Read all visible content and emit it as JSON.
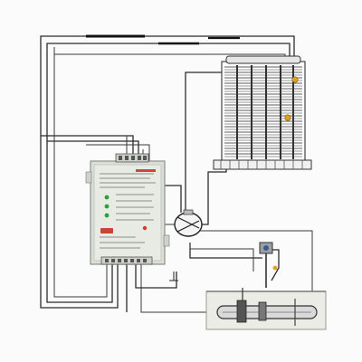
{
  "diagram": {
    "components": [
      {
        "id": "power-supply-panel",
        "kind": "control-panel",
        "leds": [
          "green",
          "green",
          "green",
          "red"
        ]
      },
      {
        "id": "evaporator-coil",
        "kind": "heat-exchanger",
        "sensor_dots": [
          "orange",
          "orange"
        ]
      },
      {
        "id": "compressor",
        "kind": "pump"
      },
      {
        "id": "sensor-probe",
        "kind": "sensor"
      },
      {
        "id": "heater-tube",
        "kind": "tubular-element"
      }
    ],
    "colors": {
      "panel_body": "#d9ddd6",
      "panel_border": "#8a8f88",
      "coil_fin": "#6b6b6b",
      "wire": "#2b2b2b",
      "led_green": "#2f9e3c",
      "led_red": "#d23a2a",
      "sensor_orange": "#e0a020",
      "tube_fill": "#d9d9d9",
      "base_plate": "#ecece6"
    }
  }
}
